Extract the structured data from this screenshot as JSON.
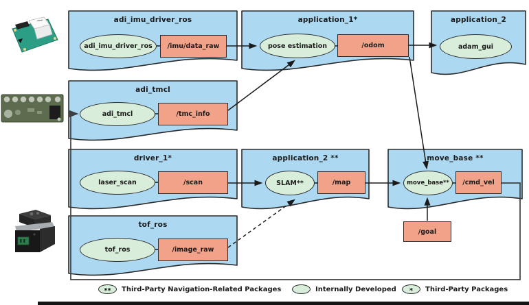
{
  "diagram": {
    "packages": [
      {
        "title": "adi_imu_driver_ros",
        "node": "adi_imu_driver_ros",
        "topic": "/imu/data_raw"
      },
      {
        "title": "application_1*",
        "node": "pose estimation",
        "topic": "/odom"
      },
      {
        "title": "application_2",
        "node": "adam_gui"
      },
      {
        "title": "adi_tmcl",
        "node": "adi_tmcl",
        "topic": "/tmc_info"
      },
      {
        "title": "driver_1*",
        "node": "laser_scan",
        "topic": "/scan"
      },
      {
        "title": "application_2 **",
        "node": "SLAM**",
        "topic": "/map"
      },
      {
        "title": "move_base **",
        "node": "move_base**",
        "topic": "/cmd_vel"
      },
      {
        "title": "tof_ros",
        "node": "tof_ros",
        "topic": "/image_raw"
      }
    ],
    "standalone_topics": [
      {
        "label": "/goal"
      }
    ],
    "legend": [
      {
        "symbol": "**",
        "label": "Third-Party Navigation-Related Packages"
      },
      {
        "symbol": "",
        "label": "Internally Developed"
      },
      {
        "symbol": "*",
        "label": "Third-Party Packages"
      }
    ],
    "hardware": [
      {
        "name": "imu-sensor-board"
      },
      {
        "name": "tmc-motor-controller-board"
      },
      {
        "name": "tof-camera"
      }
    ],
    "colors": {
      "package_fill": "#acd8f2",
      "node_fill": "#d8edda",
      "topic_fill": "#f2a289",
      "outline": "#2b2b2b"
    }
  }
}
